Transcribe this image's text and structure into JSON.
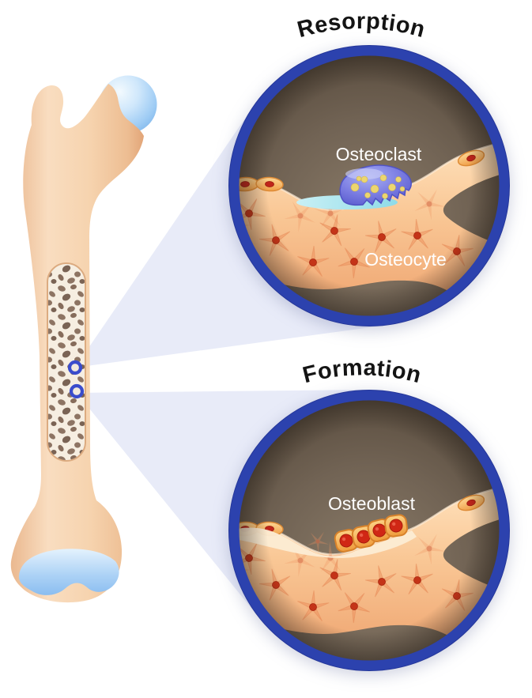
{
  "titles": {
    "top": "Resorption",
    "bottom": "Formation"
  },
  "labels": {
    "osteoclast": "Osteoclast",
    "osteocyte": "Osteocyte",
    "osteoblast": "Osteoblast"
  },
  "colors": {
    "ring_blue": "#2c42ae",
    "bone_peach": "#f8c795",
    "bone_light": "#fadcba",
    "femur_tan": "#f6d3ae",
    "cartilage_blue": "#a5cef5",
    "inset_background_brown": "#6b5d4e",
    "marrow_gray_brown": "#7b6e60",
    "osteoclast_purple": "#7678df",
    "osteoclast_spots_yellow": "#e9d26b",
    "resorption_pit_cyan": "#a5e4ee",
    "cell_orange": "#f5a94f",
    "nucleus_red": "#c9281a",
    "osteoid_cream": "#fcecd4",
    "beam_lavender": "#e9ecf8",
    "label_white": "#ffffff",
    "title_black": "#141414",
    "trabecular_cream": "#f6eee1",
    "trabecular_hole_brown": "#8d7463"
  }
}
